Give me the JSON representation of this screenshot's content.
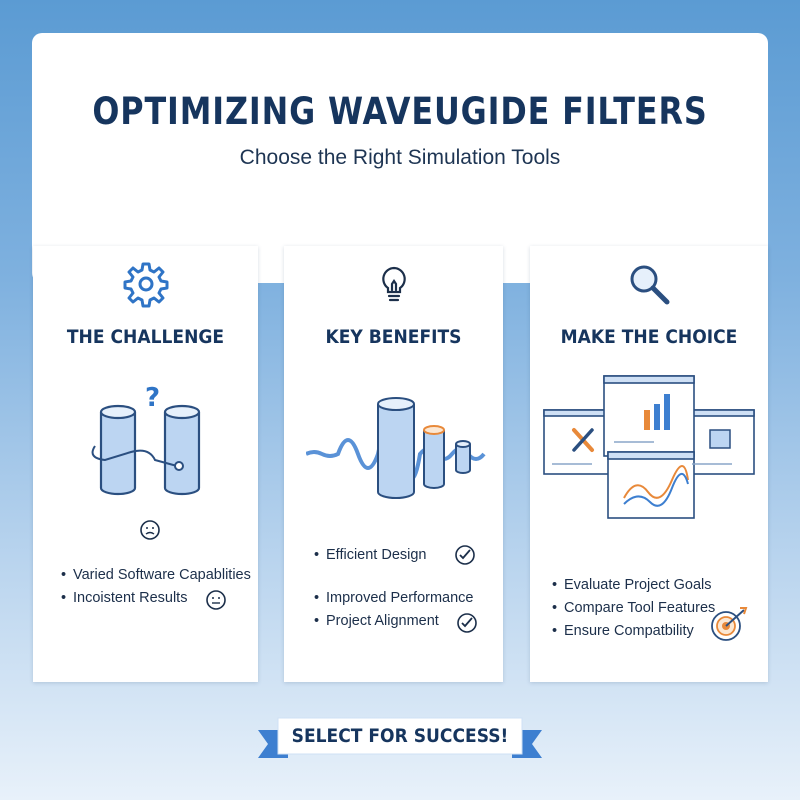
{
  "header": {
    "title": "OPTIMIZING WAVEUGIDE FILTERS",
    "subtitle": "Choose the Right Simulation Tools"
  },
  "cards": [
    {
      "title": "THE CHALLENGE",
      "icon": "gear-icon",
      "bullets": [
        "Varied Software Capablities",
        "Incoistent Results"
      ]
    },
    {
      "title": "KEY BENEFITS",
      "icon": "lightbulb-icon",
      "bullets": [
        "Efficient Design",
        "Improved Performance",
        "Project Alignment"
      ]
    },
    {
      "title": "MAKE THE CHOICE",
      "icon": "magnifier-icon",
      "bullets": [
        "Evaluate Project Goals",
        "Compare Tool Features",
        "Ensure Compatbility"
      ]
    }
  ],
  "banner": {
    "label": "SELECT FOR SUCCESS!"
  },
  "colors": {
    "navy": "#16355e",
    "accent_blue": "#3d7fd0",
    "light_blue": "#bcd5f2",
    "orange": "#e8893a"
  }
}
